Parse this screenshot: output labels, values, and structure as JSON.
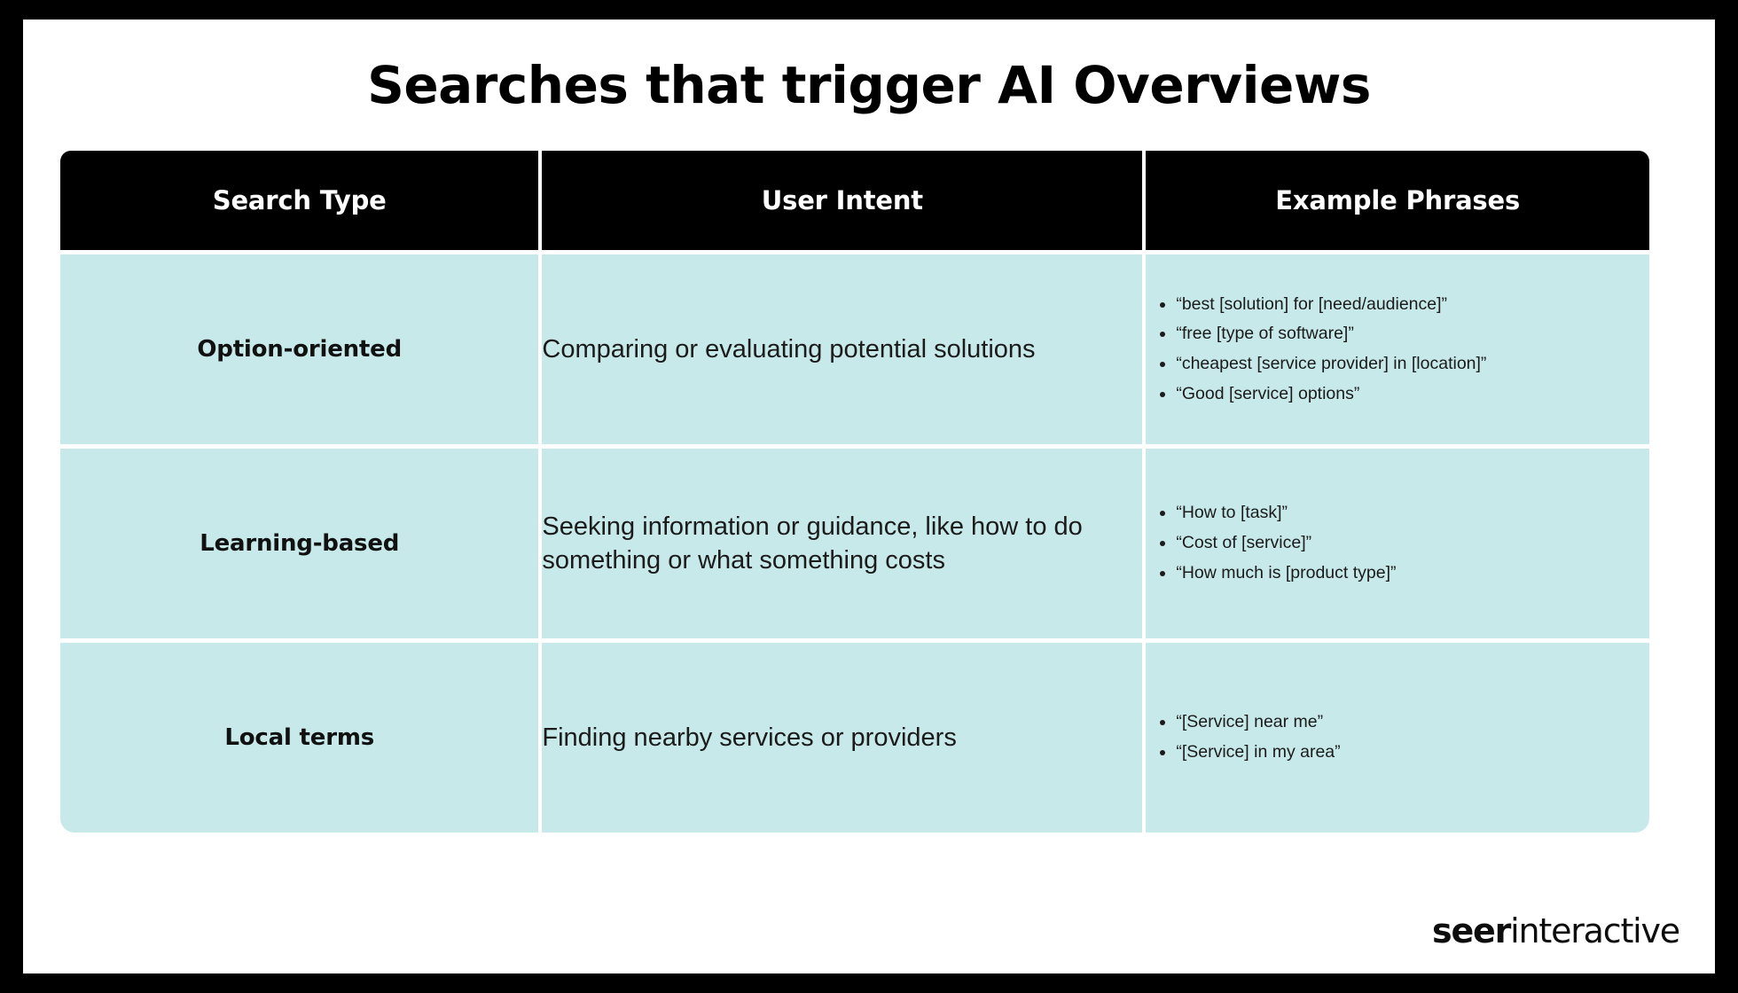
{
  "page": {
    "title": "Searches that trigger AI Overviews",
    "accent_color": "#c7e9e9",
    "header_color": "#000000",
    "text_color": "#111111",
    "canvas_color": "#ffffff"
  },
  "table": {
    "columns": [
      {
        "label": "Search Type"
      },
      {
        "label": "User Intent"
      },
      {
        "label": "Example Phrases"
      }
    ],
    "rows": [
      {
        "type": "Option-oriented",
        "intent": "Comparing or evaluating potential solutions",
        "phrases": [
          "“best [solution] for [need/audience]”",
          "“free [type of software]”",
          "“cheapest [service provider] in [location]”",
          "“Good [service] options”"
        ]
      },
      {
        "type": "Learning-based",
        "intent": "Seeking information or guidance, like how to do something or what something costs",
        "phrases": [
          "“How to [task]”",
          "“Cost of [service]”",
          "“How much is [product type]”"
        ]
      },
      {
        "type": "Local terms",
        "intent": "Finding nearby services or providers",
        "phrases": [
          "“[Service] near me”",
          "“[Service] in my area”"
        ]
      }
    ]
  },
  "logo": {
    "bold_part": "seer",
    "light_part": "interactive"
  }
}
